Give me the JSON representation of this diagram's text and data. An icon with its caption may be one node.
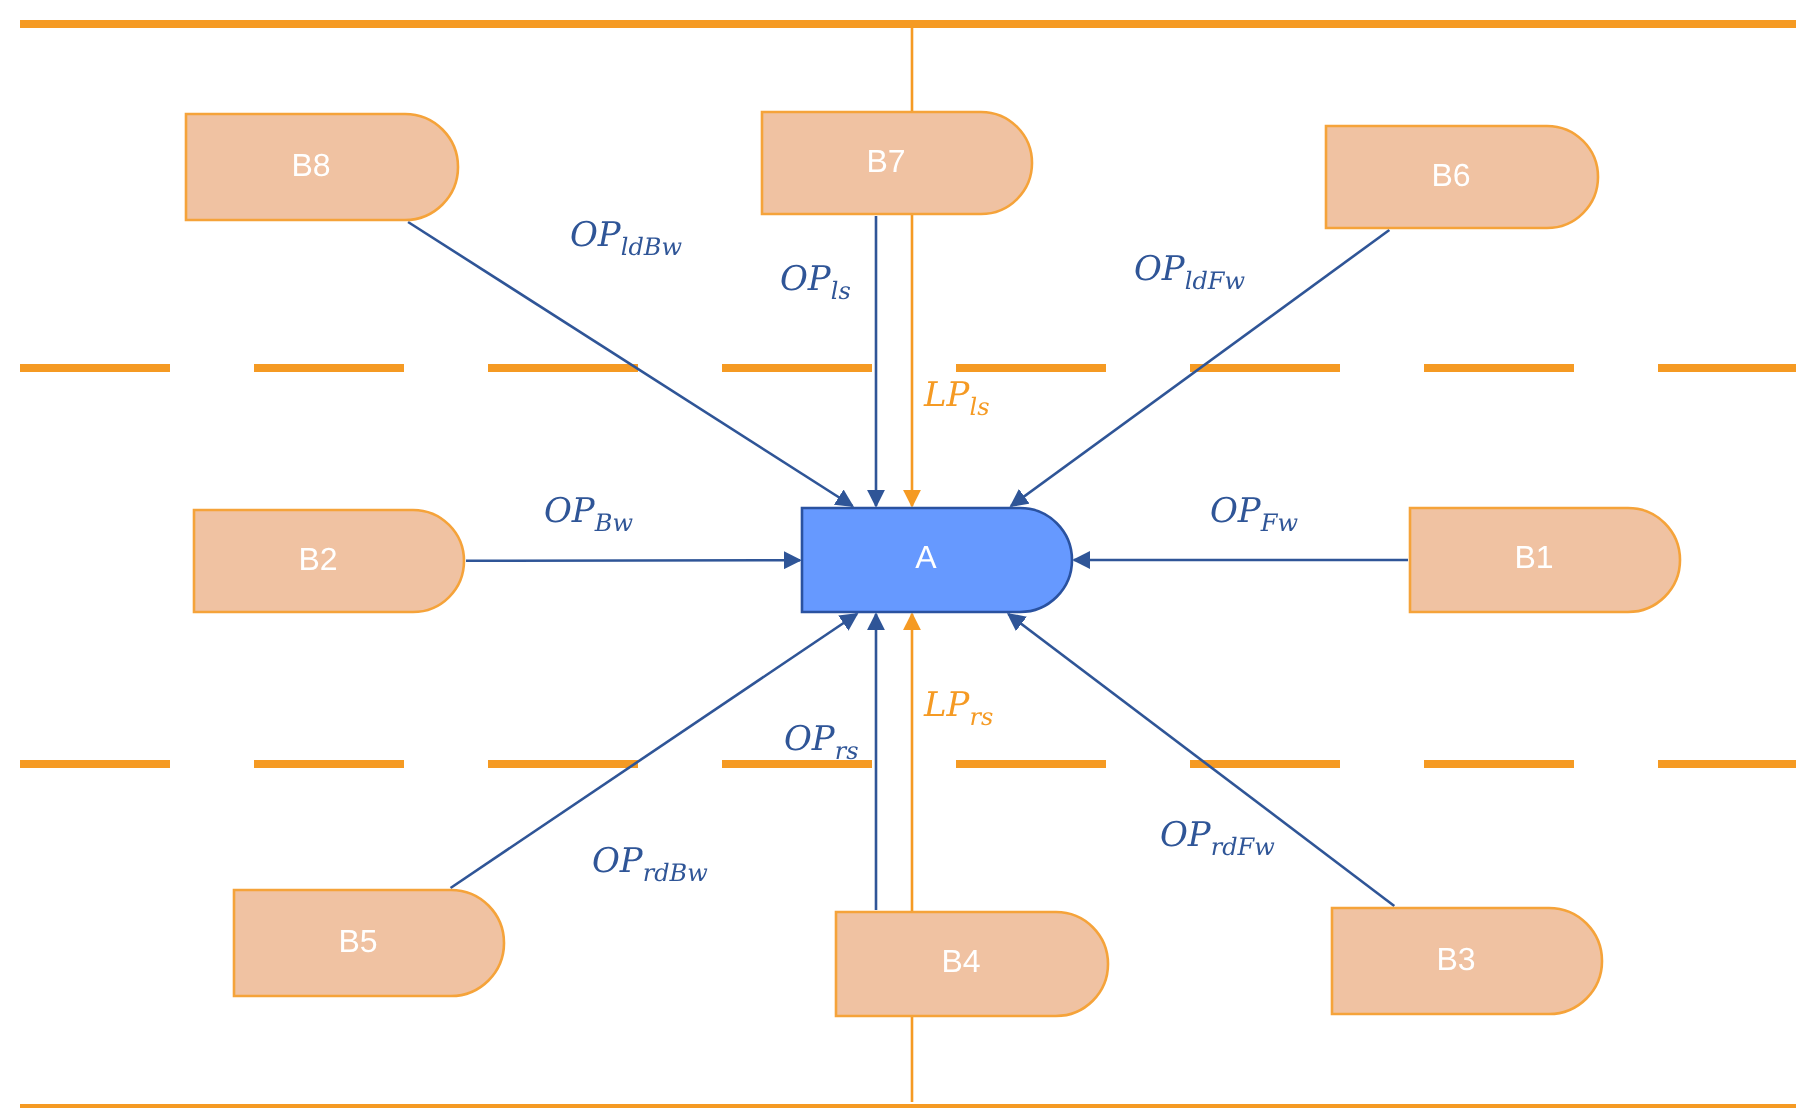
{
  "diagram": {
    "nodes": [
      {
        "text": [
          "B8"
        ]
      },
      {
        "text": [
          "B7"
        ]
      },
      {
        "text": [
          "B6"
        ]
      },
      {
        "text": [
          "B2"
        ]
      },
      {
        "text": [
          "A"
        ]
      },
      {
        "text": [
          "B1"
        ]
      },
      {
        "text": [
          "B5"
        ]
      },
      {
        "text": [
          "B4"
        ]
      },
      {
        "text": [
          "B3"
        ]
      }
    ],
    "edges": [
      {
        "from": 0,
        "to": 4,
        "arrow": "to",
        "label": "OP$_{ldBw}$"
      },
      {
        "from": 1,
        "to": 4,
        "arrow": "to",
        "label": "OP$_{ls}$"
      },
      {
        "from": 2,
        "to": 4,
        "arrow": "to",
        "label": "OP$_{ldFw}$"
      },
      {
        "from": null,
        "to": 4,
        "arrow": "to",
        "label": "LP$_{ls}$",
        "color": "#f59a23"
      },
      {
        "from": 3,
        "to": 4,
        "arrow": "to",
        "label": "OP$_{Bw}$"
      },
      {
        "from": 5,
        "to": 4,
        "arrow": "to",
        "label": "OP$_{Fw}$"
      },
      {
        "from": null,
        "to": 4,
        "arrow": "to",
        "label": "LP$_{rs}$",
        "color": "#f59a23"
      },
      {
        "from": 6,
        "to": 4,
        "arrow": "to",
        "label": "OP$_{rdBw}$"
      },
      {
        "from": 7,
        "to": 4,
        "arrow": "to",
        "label": "OP$_{rs}$"
      },
      {
        "from": 8,
        "to": 4,
        "arrow": "to",
        "label": "OP$_{rdFw}$"
      }
    ]
  }
}
